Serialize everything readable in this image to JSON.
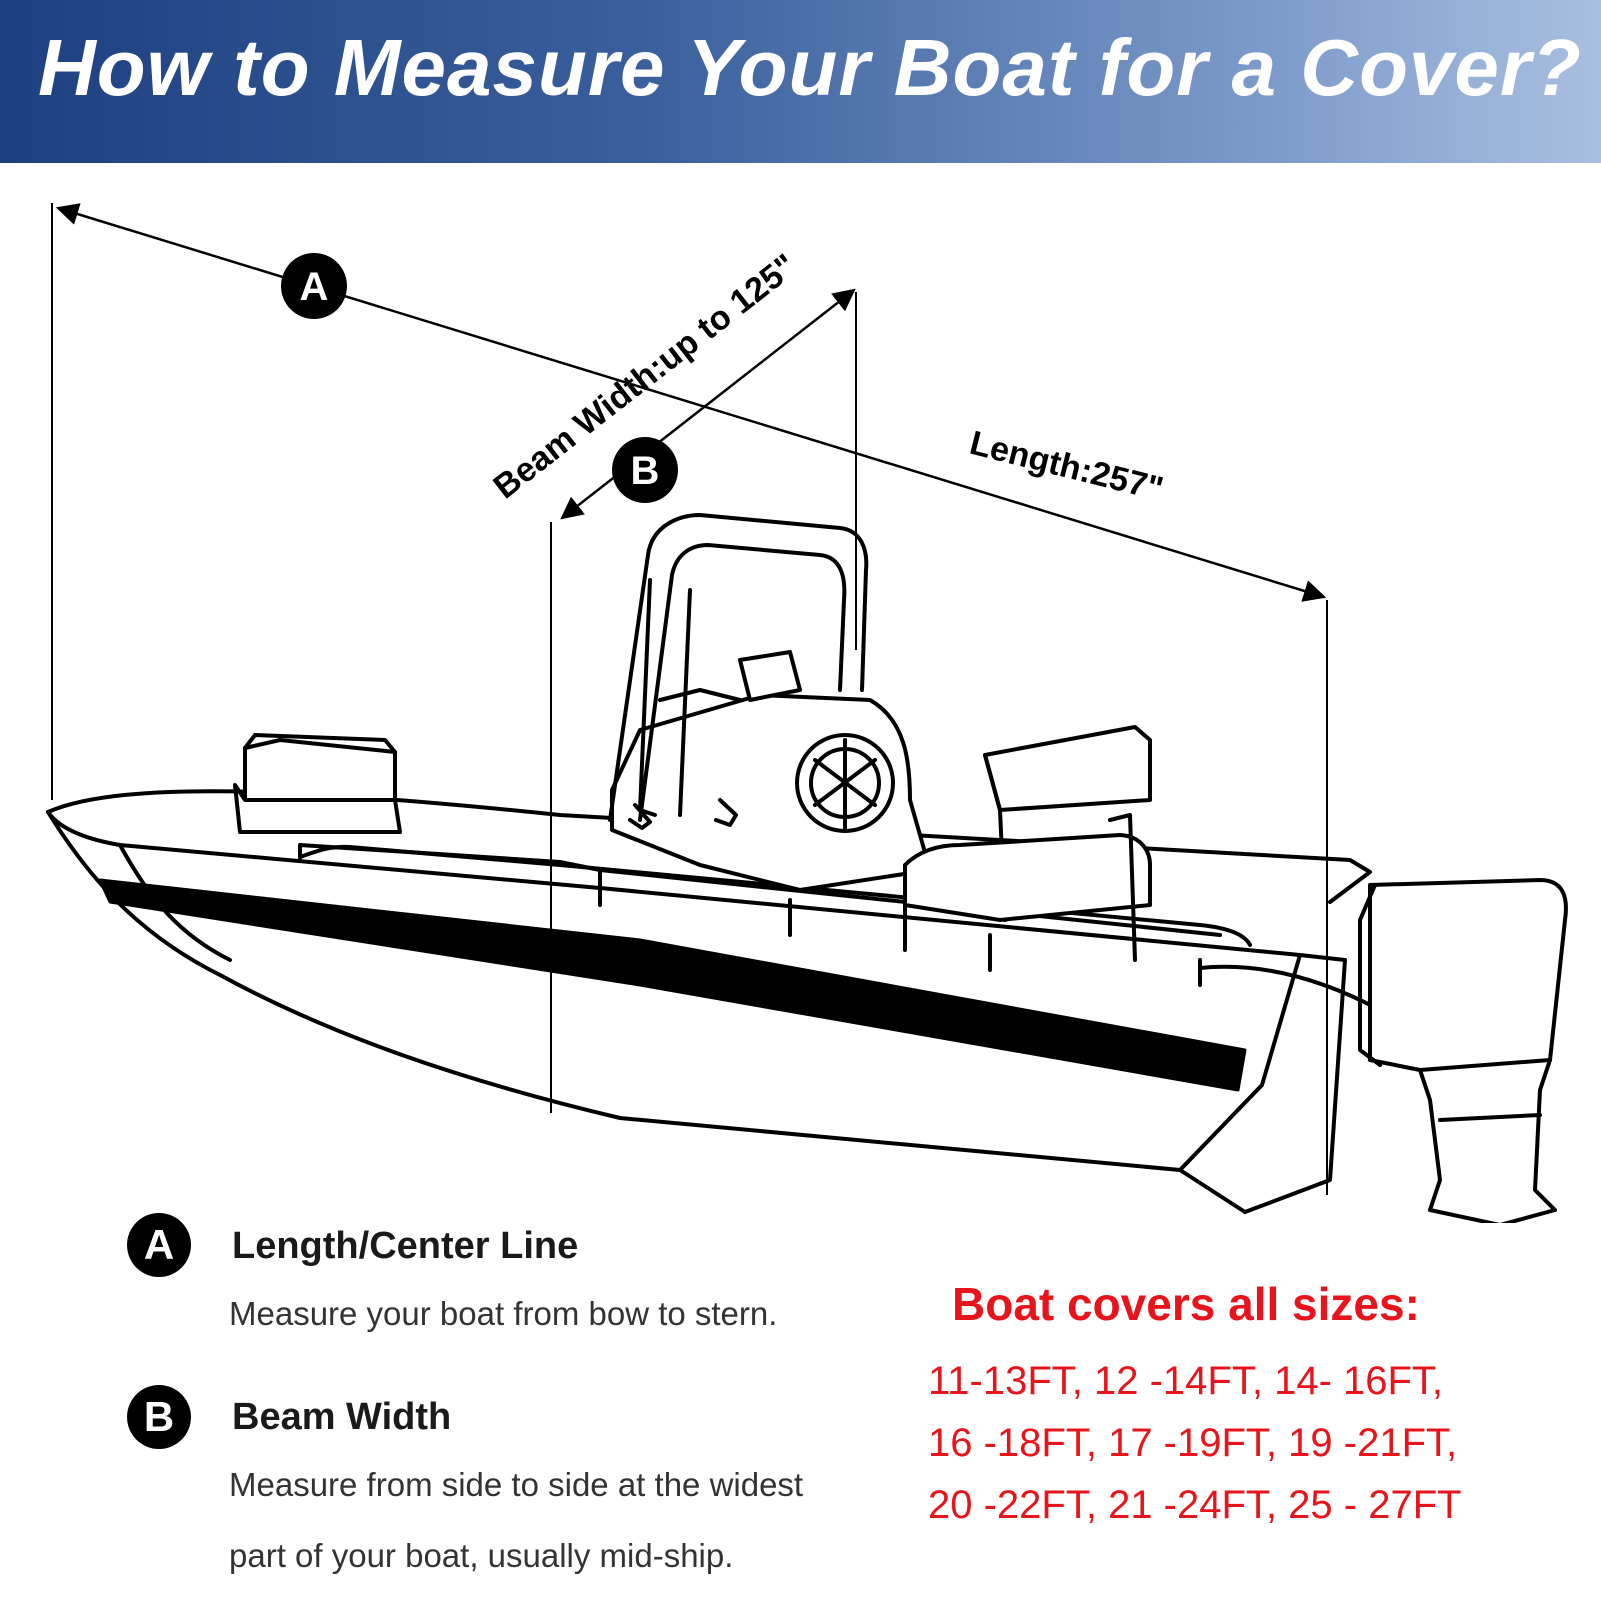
{
  "header": {
    "title": "How to Measure Your Boat for a Cover?"
  },
  "diagram": {
    "label_a": "A",
    "label_b": "B",
    "beam_label": "Beam  Width:up to 125\"",
    "length_label": "Length:257\""
  },
  "legend": [
    {
      "badge": "A",
      "title": "Length/Center Line",
      "lines": [
        "Measure your boat from bow to stern."
      ]
    },
    {
      "badge": "B",
      "title": "Beam Width",
      "lines": [
        "Measure from side to side at the widest",
        "part of your boat, usually mid-ship."
      ]
    }
  ],
  "sizes": {
    "heading": "Boat covers all sizes:",
    "lines": [
      "11-13FT, 12 -14FT, 14- 16FT,",
      "16 -18FT, 17 -19FT, 19 -21FT,",
      "20 -22FT, 21 -24FT, 25 - 27FT"
    ]
  },
  "colors": {
    "banner": "#1e3f80",
    "accent_red": "#e8141b",
    "ink": "#000000"
  }
}
